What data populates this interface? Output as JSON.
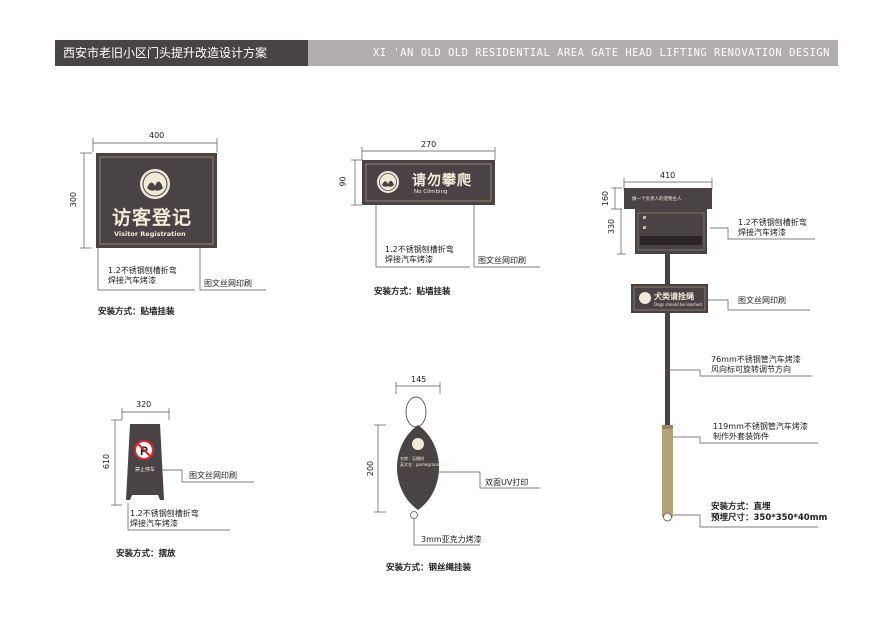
{
  "header": {
    "title_cn": "西安市老旧小区门头提升改造设计方案",
    "title_en": "XI 'AN OLD OLD RESIDENTIAL AREA GATE HEAD LIFTING RENOVATION DESIGN"
  },
  "colors": {
    "panel": "#4a4345",
    "header_dark": "#4a4345",
    "header_light": "#b3adad",
    "gold": "#c9b48a",
    "pole_base": "#b5a27a"
  },
  "sign1": {
    "width_dim": "400",
    "height_dim": "300",
    "title": "访客登记",
    "subtitle": "Visitor Registration",
    "note_material": "1.2不锈钢刨槽折弯\n焊接汽车烤漆",
    "note_print": "图文丝网印刷",
    "install": "安装方式：贴墙挂装"
  },
  "sign2": {
    "width_dim": "270",
    "height_dim": "90",
    "title": "请勿攀爬",
    "subtitle": "No Climbing",
    "note_material": "1.2不锈钢刨槽折弯\n焊接汽车烤漆",
    "note_print": "图文丝网印刷",
    "install": "安装方式：贴墙挂装"
  },
  "sign3": {
    "width_dim": "410",
    "height_dim_top": "160",
    "height_dim_mid": "330",
    "top_text": "做一个负责人的宠物主人",
    "dog_sign_title": "犬类请拴绳",
    "dog_sign_sub": "Dogs should be leashed",
    "note_material": "1.2不锈钢刨槽折弯\n焊接汽车烤漆",
    "note_print": "图文丝网印刷",
    "note_pipe76": "76mm不锈钢管汽车烤漆\n风向标可旋转调节方向",
    "note_pipe119": "119mm不锈钢管汽车烤漆\n制作外套装饰件",
    "install": "安装方式：直埋\n预埋尺寸：350*350*40mm"
  },
  "sign4": {
    "width_dim": "320",
    "height_dim": "610",
    "label": "禁止停车",
    "note_print": "图文丝网印刷",
    "note_material": "1.2不锈钢刨槽折弯\n焊接汽车烤漆",
    "install": "安装方式：摆放"
  },
  "sign5": {
    "width_dim": "145",
    "height_dim": "200",
    "line1": "名称：石榴树",
    "line2": "英文名：pomegranate tree",
    "note_print": "双面UV打印",
    "note_material": "3mm亚克力烤漆",
    "install": "安装方式：钢丝绳挂装"
  }
}
